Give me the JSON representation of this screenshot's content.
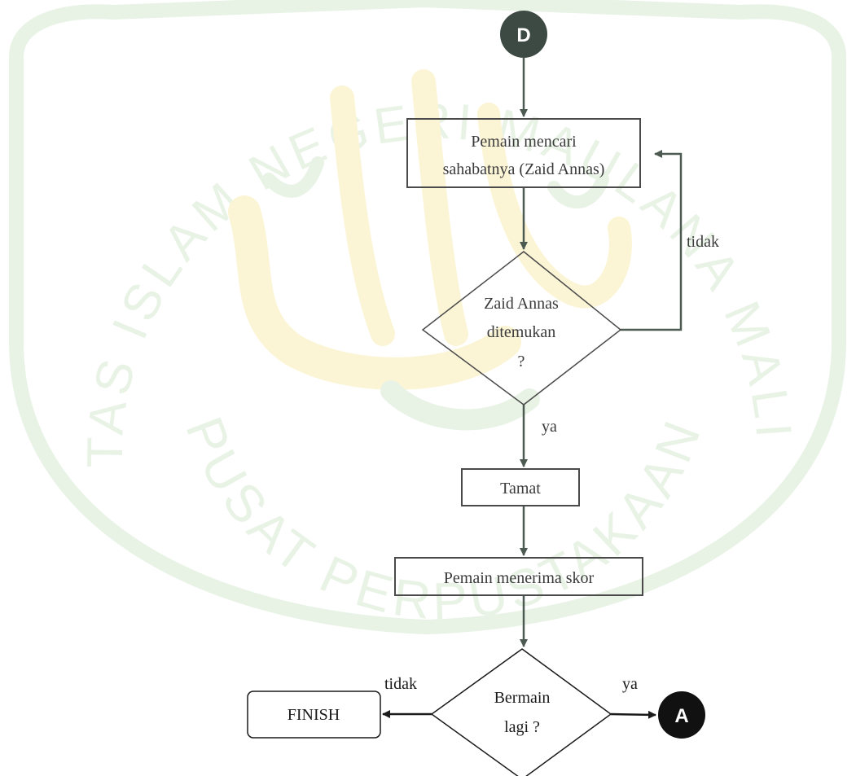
{
  "colors": {
    "watermark_green": "#e8f3e6",
    "watermark_gold": "#fbf5d6",
    "box_stroke": "#4a4a4a",
    "arrow": "#4d5a52",
    "connector_d_fill": "#3d4a43",
    "connector_a_fill": "#111111",
    "text": "#3a3a3a"
  },
  "watermark": {
    "arc_top_text": "UNIVERSITAS ISLAM NEGERI MAULANA MALIK IBRAHIM",
    "arc_bottom_text": "PUSAT PERPUSTAKAAN"
  },
  "flowchart": {
    "connector_top": "D",
    "process_1": {
      "line1": "Pemain mencari",
      "line2": "sahabatnya (Zaid Annas)"
    },
    "decision_1": {
      "line1": "Zaid Annas",
      "line2": "ditemukan",
      "line3": "?"
    },
    "label_no_1": "tidak",
    "label_yes_1": "ya",
    "process_2": "Tamat",
    "process_3": "Pemain menerima skor",
    "decision_2": {
      "line1": "Bermain",
      "line2": "lagi ?"
    },
    "label_no_2": "tidak",
    "label_yes_2": "ya",
    "terminal": "FINISH",
    "connector_bottom": "A"
  }
}
